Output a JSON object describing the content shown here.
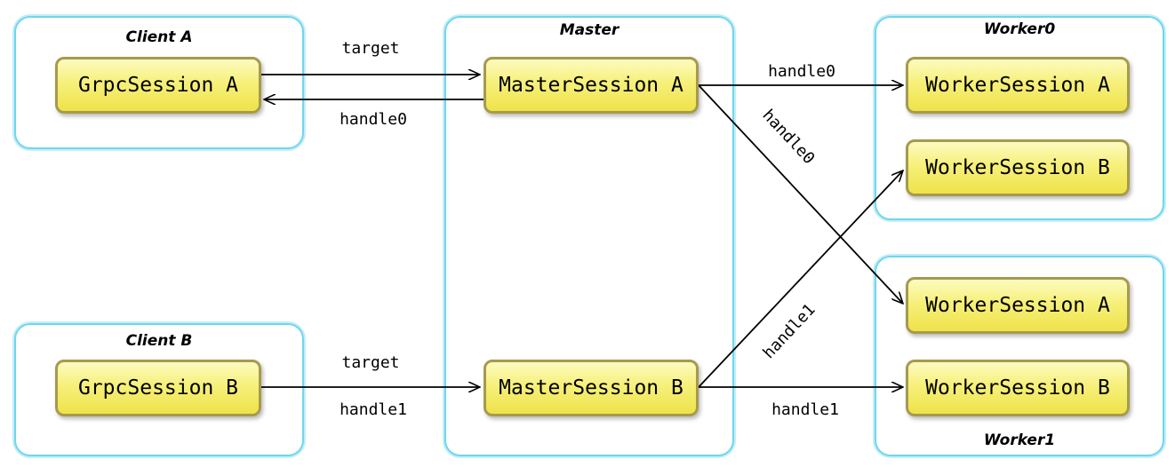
{
  "containers": {
    "client_a": "Client A",
    "client_b": "Client B",
    "master": "Master",
    "worker0": "Worker0",
    "worker1": "Worker1"
  },
  "nodes": {
    "grpc_a": "GrpcSession A",
    "grpc_b": "GrpcSession B",
    "master_a": "MasterSession A",
    "master_b": "MasterSession B",
    "w0_a": "WorkerSession A",
    "w0_b": "WorkerSession B",
    "w1_a": "WorkerSession A",
    "w1_b": "WorkerSession B"
  },
  "edges": {
    "ga_to_ma": "target",
    "ma_to_ga": "handle0",
    "ma_to_w0a": "handle0",
    "ma_to_w1a": "handle0",
    "gb_to_mb_top": "target",
    "gb_to_mb_bottom": "handle1",
    "mb_to_w0b": "handle1",
    "mb_to_w1b": "handle1"
  },
  "colors": {
    "container_border": "#6fd6ec",
    "node_fill": "#f6f07a",
    "node_border": "#a69a4e"
  }
}
